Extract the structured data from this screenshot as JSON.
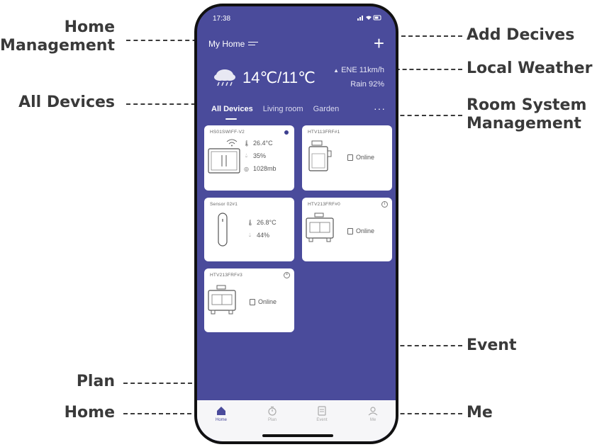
{
  "callouts": {
    "home_management": "Home\nManagement",
    "all_devices": "All Devices",
    "plan": "Plan",
    "home": "Home",
    "add_devices": "Add Decives",
    "local_weather": "Local Weather",
    "room_system": "Room System\nManagement",
    "event": "Event",
    "me": "Me"
  },
  "status_bar": {
    "time": "17:38",
    "icons": "signal-icon wifi-icon battery-icon"
  },
  "header": {
    "title": "My Home",
    "add_label": "+"
  },
  "weather": {
    "temperature": "14℃/11℃",
    "wind": "ENE 11km/h",
    "rain": "Rain 92%"
  },
  "tabs": [
    {
      "label": "All Devices",
      "active": true
    },
    {
      "label": "Living room",
      "active": false
    },
    {
      "label": "Garden",
      "active": false
    }
  ],
  "tabs_more": "···",
  "devices": [
    {
      "name": "HS01SWIFF-V2",
      "readings": [
        "26.4°C",
        "35%",
        "1028mb"
      ]
    },
    {
      "name": "HTV113FRF#1",
      "status": "Online"
    },
    {
      "name": "Sensor 02#1",
      "readings": [
        "26.8°C",
        "44%"
      ]
    },
    {
      "name": "HTV213FRF#0",
      "status": "Online"
    },
    {
      "name": "HTV213FRF#3",
      "status": "Online"
    }
  ],
  "bottom_nav": [
    {
      "label": "Home",
      "active": true
    },
    {
      "label": "Plan",
      "active": false
    },
    {
      "label": "Event",
      "active": false
    },
    {
      "label": "Me",
      "active": false
    }
  ],
  "colors": {
    "accent": "#4a4b9b",
    "card_bg": "#ffffff",
    "callout_text": "#3a3a3a"
  }
}
